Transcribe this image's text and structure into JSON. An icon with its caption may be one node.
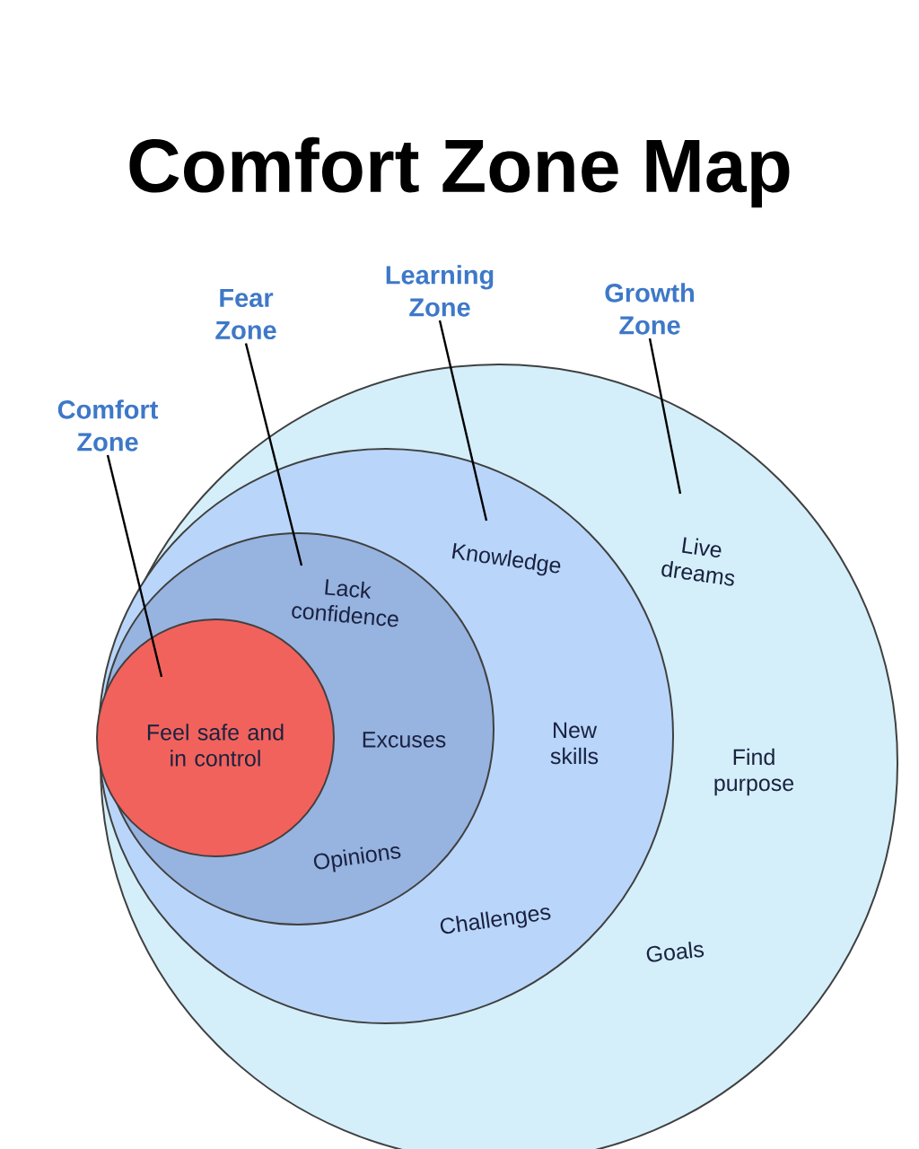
{
  "diagram": {
    "title": "Comfort Zone Map",
    "nodes": [
      {
        "text": [
          "Live dreams",
          "Find purpose",
          "Goals"
        ]
      },
      {
        "text": [
          "Knowledge",
          "New skills",
          "Challenges"
        ],
        "in": 0
      },
      {
        "text": [
          "Lack confidence",
          "Excuses",
          "Opinions"
        ],
        "in": 1
      },
      {
        "text": [
          "Feel safe and in control"
        ],
        "in": 2
      },
      {
        "text": [
          "Comfort Zone"
        ]
      },
      {
        "text": [
          "Fear Zone"
        ]
      },
      {
        "text": [
          "Learning Zone"
        ]
      },
      {
        "text": [
          "Growth Zone"
        ]
      }
    ],
    "edges": [
      {
        "from": 4,
        "to": 3,
        "arrow": "none"
      },
      {
        "from": 5,
        "to": 2,
        "arrow": "none"
      },
      {
        "from": 6,
        "to": 1,
        "arrow": "none"
      },
      {
        "from": 7,
        "to": 0,
        "arrow": "none"
      }
    ]
  }
}
